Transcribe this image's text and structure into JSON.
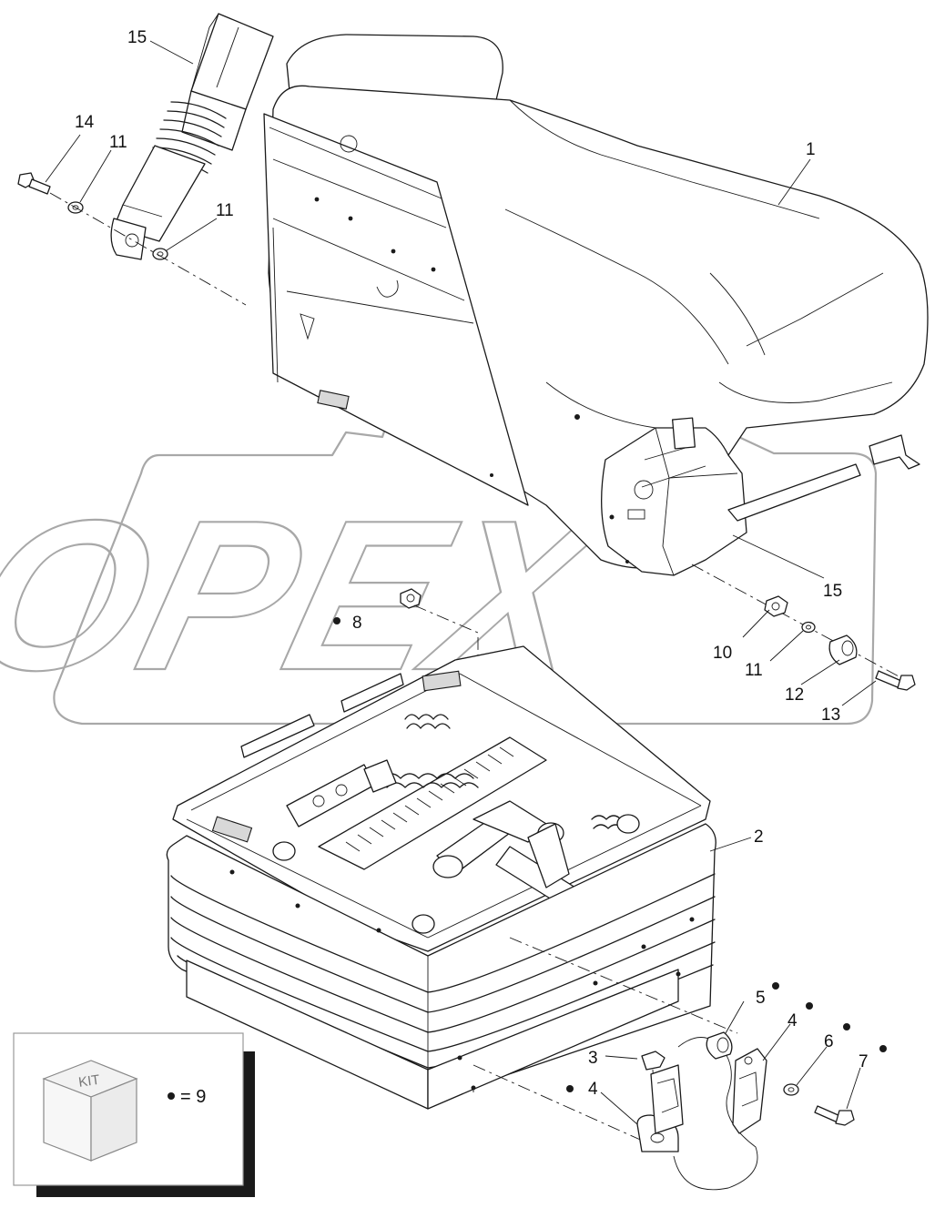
{
  "watermark": {
    "text": "OPEX"
  },
  "callouts": [
    {
      "id": "c1",
      "label": "1",
      "kit": false
    },
    {
      "id": "c2",
      "label": "2",
      "kit": false
    },
    {
      "id": "c3",
      "label": "3",
      "kit": false
    },
    {
      "id": "c4a",
      "label": "4",
      "kit": true
    },
    {
      "id": "c4b",
      "label": "4",
      "kit": true
    },
    {
      "id": "c5",
      "label": "5",
      "kit": true
    },
    {
      "id": "c6",
      "label": "6",
      "kit": true
    },
    {
      "id": "c7",
      "label": "7",
      "kit": true
    },
    {
      "id": "c8",
      "label": "8",
      "kit": true
    },
    {
      "id": "c10",
      "label": "10",
      "kit": false
    },
    {
      "id": "c11a",
      "label": "11",
      "kit": false
    },
    {
      "id": "c11b",
      "label": "11",
      "kit": false
    },
    {
      "id": "c11c",
      "label": "11",
      "kit": false
    },
    {
      "id": "c12",
      "label": "12",
      "kit": false
    },
    {
      "id": "c13",
      "label": "13",
      "kit": false
    },
    {
      "id": "c14",
      "label": "14",
      "kit": false
    },
    {
      "id": "c15a",
      "label": "15",
      "kit": false
    },
    {
      "id": "c15b",
      "label": "15",
      "kit": false
    }
  ],
  "legend": {
    "box_label": "KIT",
    "equation": "= 9"
  }
}
